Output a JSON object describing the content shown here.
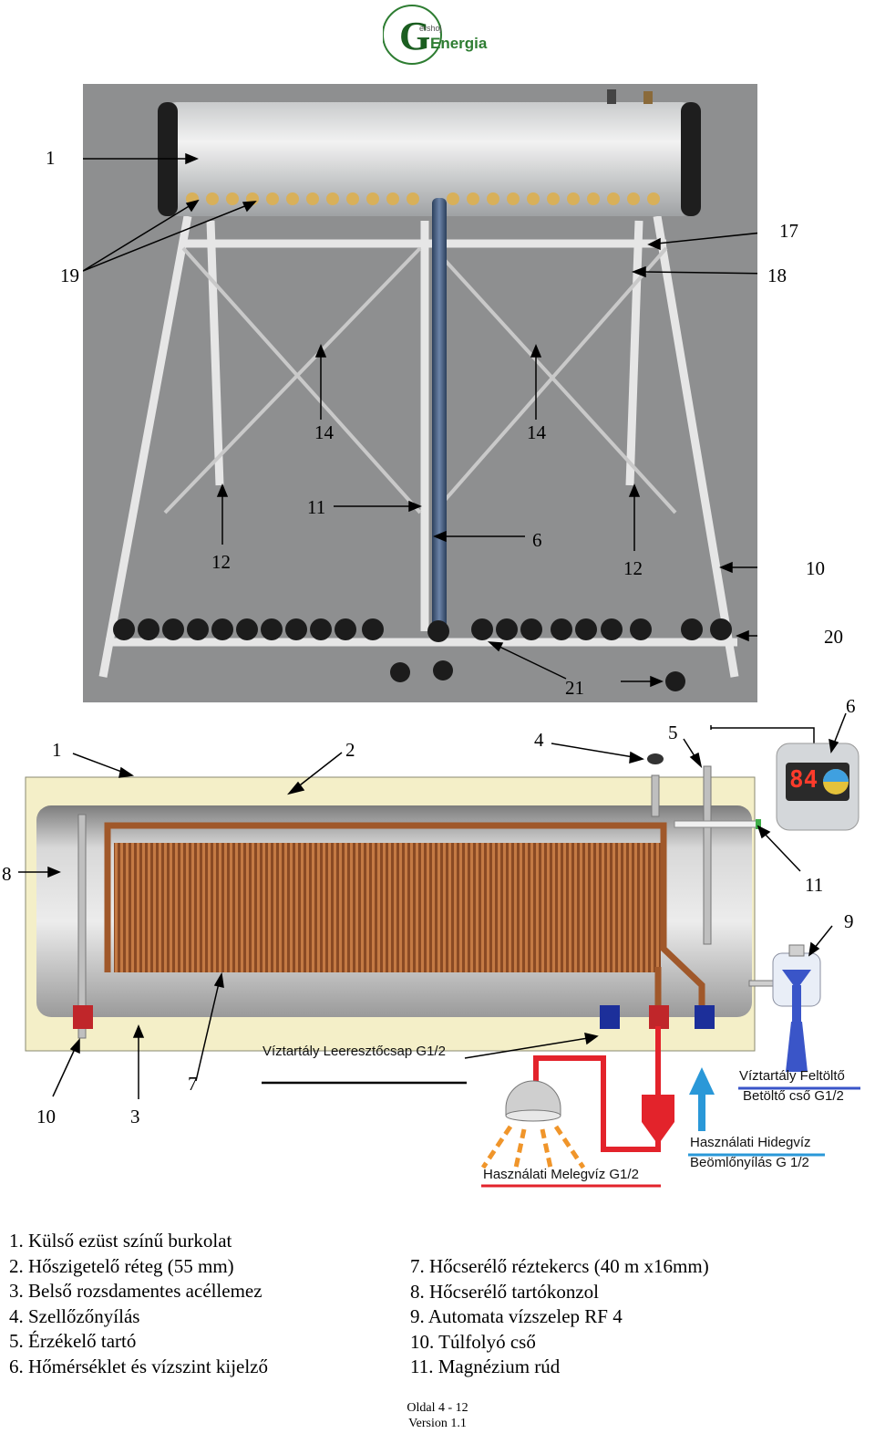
{
  "logo": {
    "small_text": "ershoj",
    "letter": "G",
    "word": "Energia"
  },
  "photo_callouts": {
    "n1": "1",
    "n19": "19",
    "n17": "17",
    "n18": "18",
    "n14a": "14",
    "n14b": "14",
    "n11": "11",
    "n6": "6",
    "n12a": "12",
    "n12b": "12",
    "n10": "10",
    "n20": "20",
    "n21": "21"
  },
  "diagram_callouts": {
    "n1": "1",
    "n2": "2",
    "n4": "4",
    "n5": "5",
    "n6": "6",
    "n8": "8",
    "n11": "11",
    "n9": "9",
    "n10": "10",
    "n3": "3",
    "n7": "7"
  },
  "diagram_labels": {
    "drain": "Víztartály Leeresztőcsap G1/2",
    "fill_line1": "Víztartály Feltöltő",
    "fill_line2": "Betöltő cső G1/2",
    "cold_line1": "Használati Hidegvíz",
    "cold_line2": "Beömlőnyílás G 1/2",
    "hot": "Használati Melegvíz G1/2"
  },
  "display_readout": "84",
  "legend_left": [
    "1. Külső ezüst színű burkolat",
    "2. Hőszigetelő réteg (55 mm)",
    "3. Belső rozsdamentes acéllemez",
    "4. Szellőzőnyílás",
    "5. Érzékelő tartó",
    "6. Hőmérséklet és vízszint kijelző"
  ],
  "legend_right": [
    "7. Hőcserélő réztekercs (40 m x16mm)",
    "8. Hőcserélő tartókonzol",
    "9. Automata vízszelep RF 4",
    "10. Túlfolyó cső",
    "11. Magnézium rúd"
  ],
  "footer": {
    "page": "Oldal 4 - 12",
    "version": "Version 1.1"
  }
}
